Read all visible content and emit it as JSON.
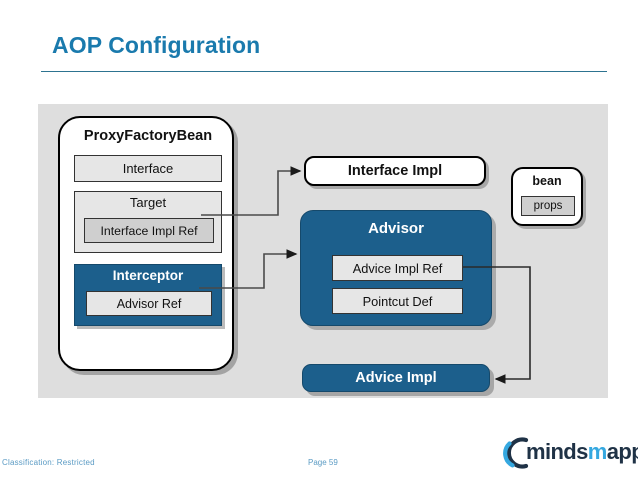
{
  "slide": {
    "title": "AOP Configuration",
    "title_color": "#1a7aad",
    "rule_color": "#2d7390",
    "panel_color": "#dedede",
    "accent_blue": "#1c5f8c"
  },
  "diagram": {
    "proxy_factory_bean": {
      "title": "ProxyFactoryBean",
      "interface_label": "Interface",
      "target": {
        "label": "Target",
        "interface_impl_ref": "Interface Impl Ref"
      },
      "interceptor": {
        "label": "Interceptor",
        "advisor_ref": "Advisor Ref"
      }
    },
    "interface_impl": "Interface Impl",
    "advisor": {
      "label": "Advisor",
      "advice_impl_ref": "Advice Impl Ref",
      "pointcut_def": "Pointcut Def"
    },
    "advice_impl": "Advice Impl",
    "bean": {
      "label": "bean",
      "props": "props"
    }
  },
  "footer": {
    "classification": "Classification: Restricted",
    "page": "Page 59",
    "logo": {
      "part1": "minds",
      "part2": "m",
      "part3": "apped",
      "dark_color": "#1f3246",
      "blue_color": "#35a8e0"
    }
  }
}
